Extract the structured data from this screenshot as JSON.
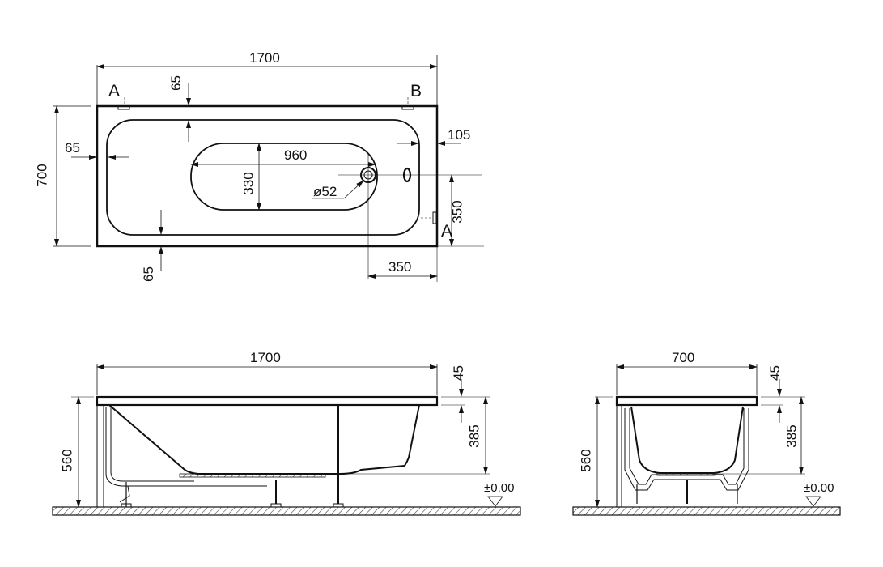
{
  "top_view": {
    "overall_length": "1700",
    "overall_width": "700",
    "rim_top": "65",
    "rim_left": "65",
    "rim_bottom": "65",
    "rim_right": "105",
    "basin_length": "960",
    "basin_width": "330",
    "drain_diameter": "ø52",
    "drain_offset_x": "350",
    "drain_offset_y": "350",
    "section_labels": {
      "a_top": "A",
      "b_top": "B",
      "a_right": "A"
    }
  },
  "side_view_long": {
    "length": "1700",
    "rim_thickness": "45",
    "depth": "385",
    "total_height": "560",
    "floor_level": "±0.00"
  },
  "side_view_short": {
    "width": "700",
    "rim_thickness": "45",
    "depth": "385",
    "total_height": "560",
    "floor_level": "±0.00"
  },
  "colors": {
    "line": "#111111",
    "dim": "#333333",
    "hatch": "#555555"
  }
}
